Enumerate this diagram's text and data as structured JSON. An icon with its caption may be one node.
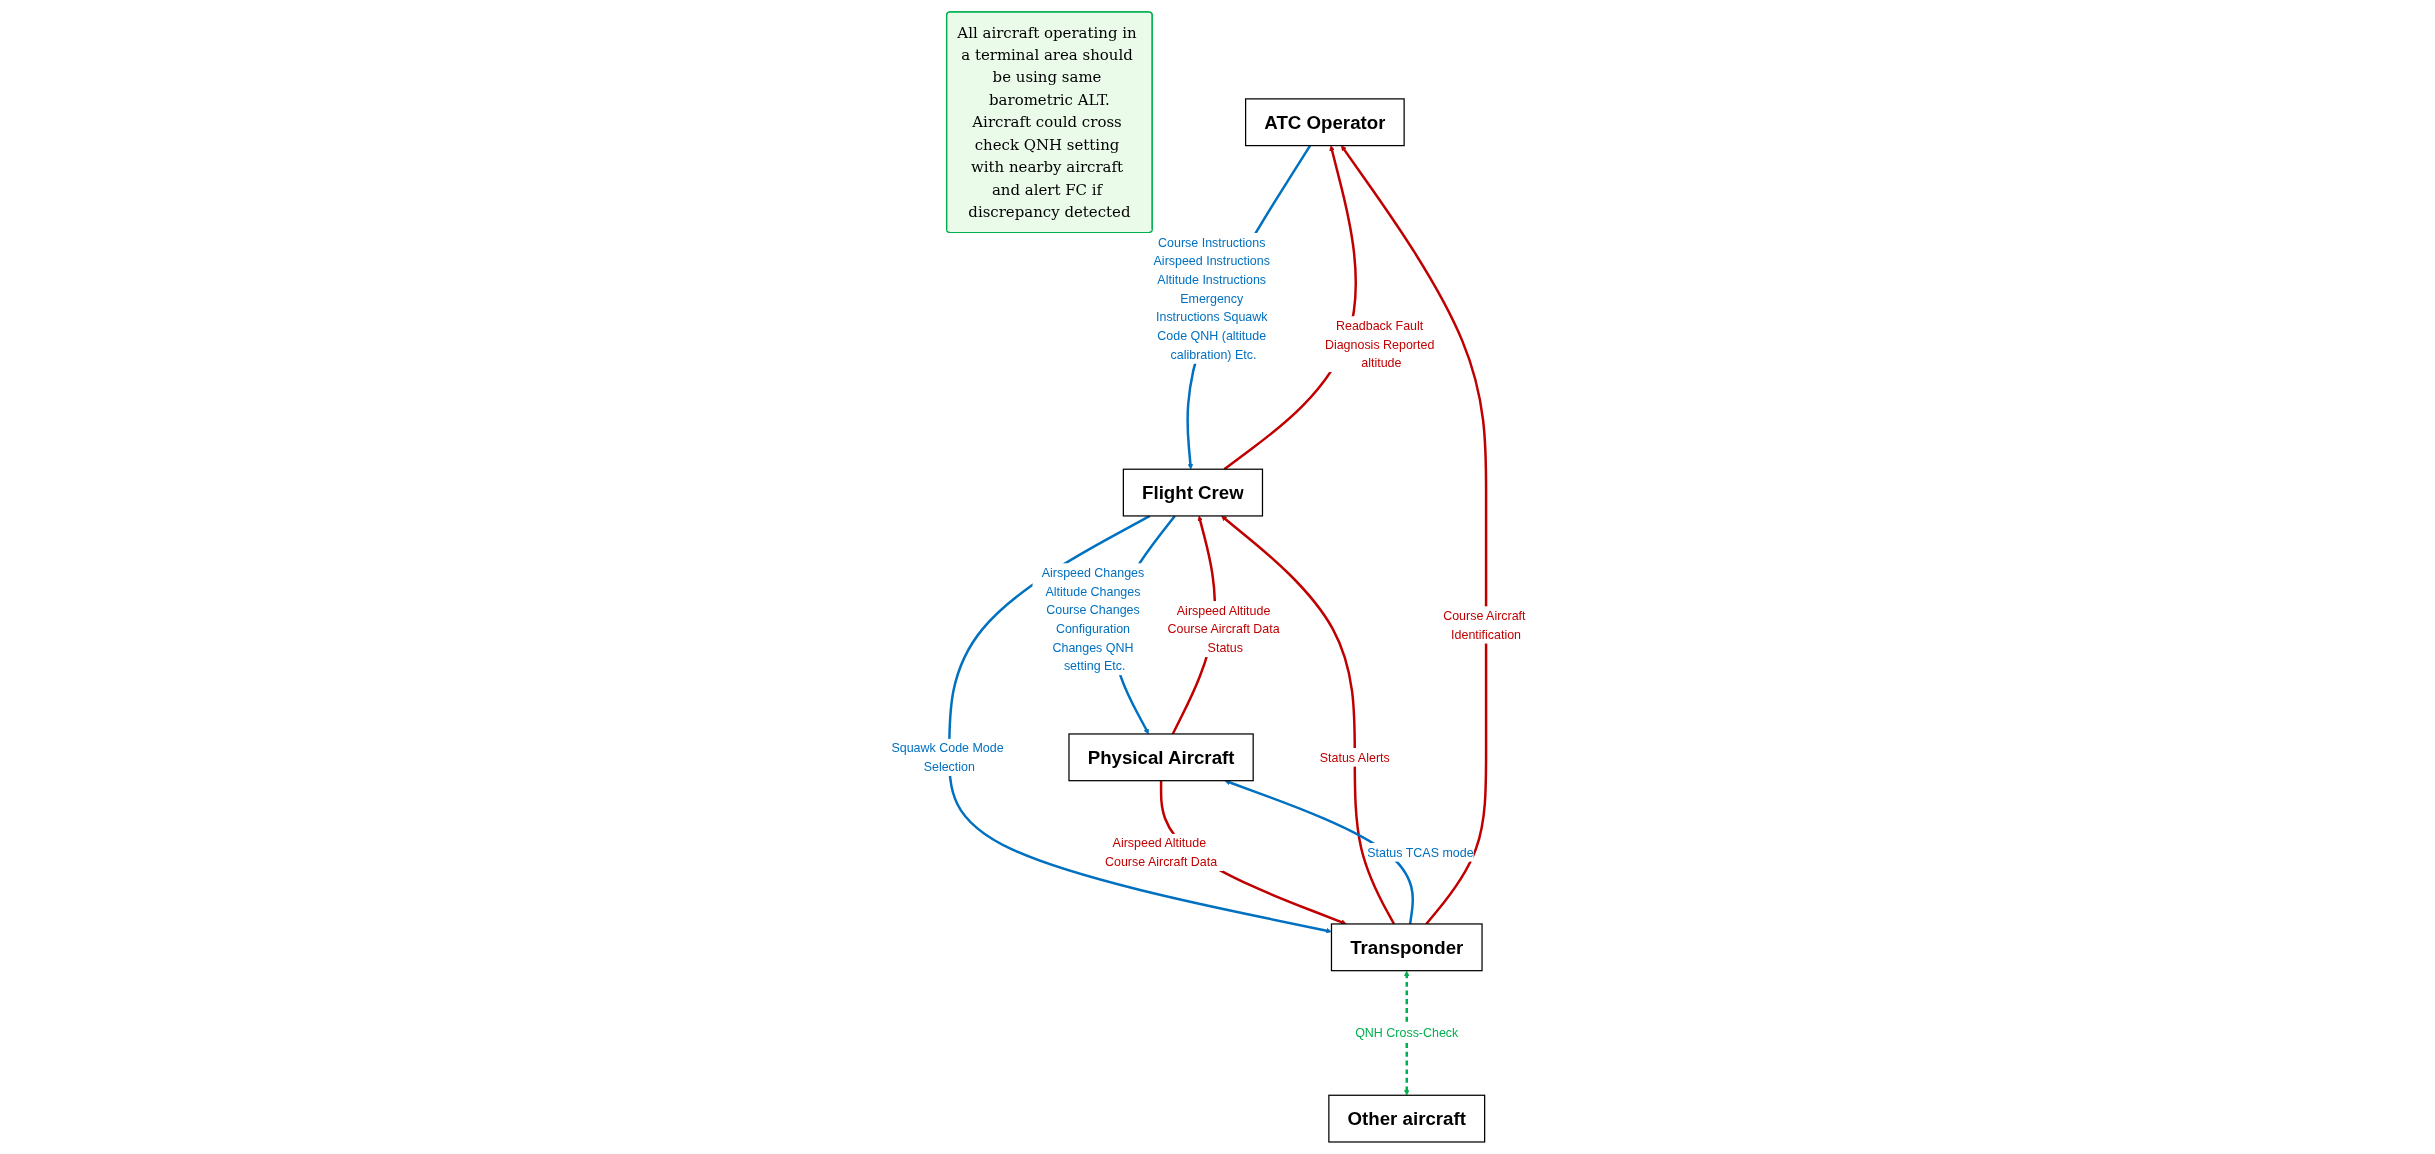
{
  "diagram": {
    "nodes": [
      {
        "text": [
          "ATC Operator"
        ]
      },
      {
        "text": [
          "Flight Crew"
        ]
      },
      {
        "text": [
          "Transponder"
        ]
      },
      {
        "text": [
          "Physical Aircraft"
        ]
      },
      {
        "text": [
          "Other aircraft"
        ]
      },
      {
        "text": [
          "All aircraft operating in a terminal area should be using same barometric ALT.",
          "Aircraft could cross check QNH setting with nearby aircraft and alert FC if discrepancy detected"
        ]
      }
    ],
    "edges": [
      {
        "from": 0,
        "to": 1,
        "arrow": "to",
        "label": "Course Instructions Airspeed Instructions Altitude Instructions Emergency Instructions Squawk Code QNH (altitude calibration) Etc.",
        "color": "#0070c0"
      },
      {
        "from": 1,
        "to": 0,
        "arrow": "to",
        "label": "Readback Fault Diagnosis Reported altitude",
        "color": "#c00000"
      },
      {
        "from": 1,
        "to": 3,
        "arrow": "to",
        "label": "Airspeed Changes Altitude Changes Course Changes Configuration Changes QNH setting Etc.",
        "color": "#0070c0"
      },
      {
        "from": 3,
        "to": 1,
        "arrow": "to",
        "label": "Airspeed Altitude Course Aircraft Data Status",
        "color": "#c00000"
      },
      {
        "from": 1,
        "to": 2,
        "arrow": "to",
        "label": "Squawk Code Mode Selection",
        "color": "#0070c0"
      },
      {
        "from": 2,
        "to": 1,
        "arrow": "to",
        "label": "Status Alerts",
        "color": "#c00000"
      },
      {
        "from": 2,
        "to": 3,
        "arrow": "to",
        "label": "Status TCAS mode",
        "color": "#0070c0"
      },
      {
        "from": 3,
        "to": 2,
        "arrow": "to",
        "label": "Airspeed Altitude Course Aircraft Data",
        "color": "#c00000"
      },
      {
        "from": 2,
        "to": 0,
        "arrow": "to",
        "label": "Course Aircraft Identification",
        "color": "#c00000"
      },
      {
        "from": 2,
        "to": 4,
        "arrow": "both",
        "label": "QNH Cross-Check",
        "style": "dashed",
        "color": "#00b050"
      }
    ]
  }
}
